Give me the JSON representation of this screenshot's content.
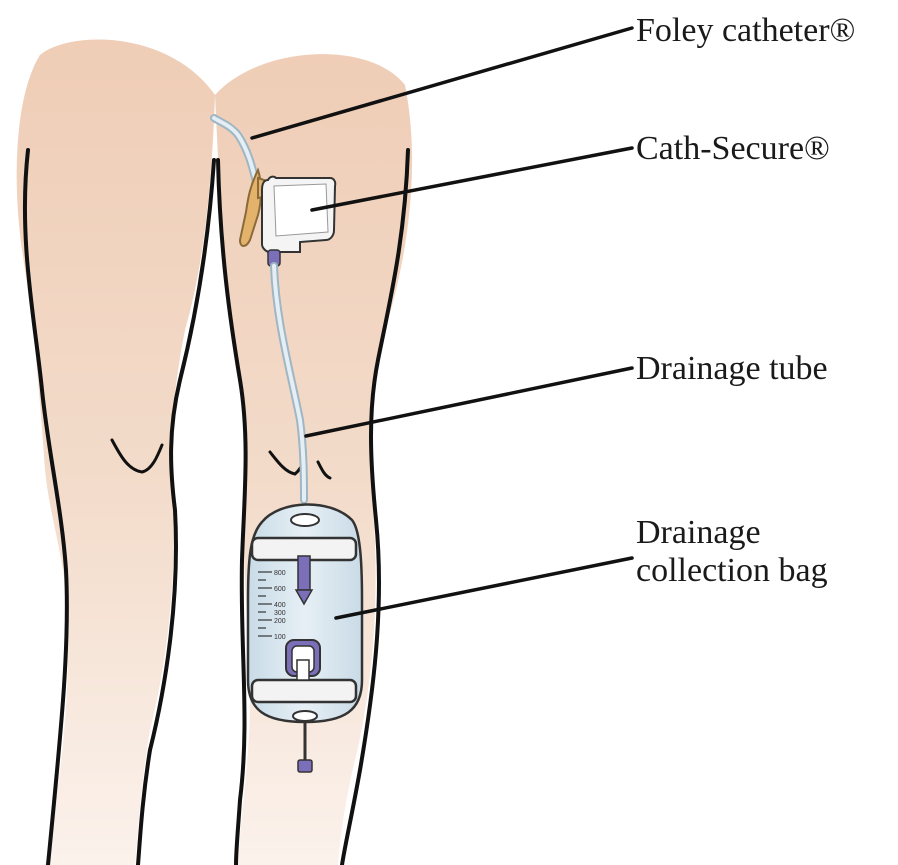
{
  "labels": {
    "foley": "Foley catheter®",
    "cath_secure": "Cath-Secure®",
    "drainage_tube": "Drainage tube",
    "bag": "Drainage\ncollection bag"
  },
  "bag_scale": [
    "800",
    "600",
    "400",
    "300",
    "200",
    "100"
  ],
  "colors": {
    "skin": "#f2d9c7",
    "outline": "#111111",
    "tube": "#cfe3ee",
    "catheter": "#e3b26b",
    "clamp": "#7a6fb8",
    "bag": "#d9e6ef",
    "strap": "#f3f3f3"
  }
}
